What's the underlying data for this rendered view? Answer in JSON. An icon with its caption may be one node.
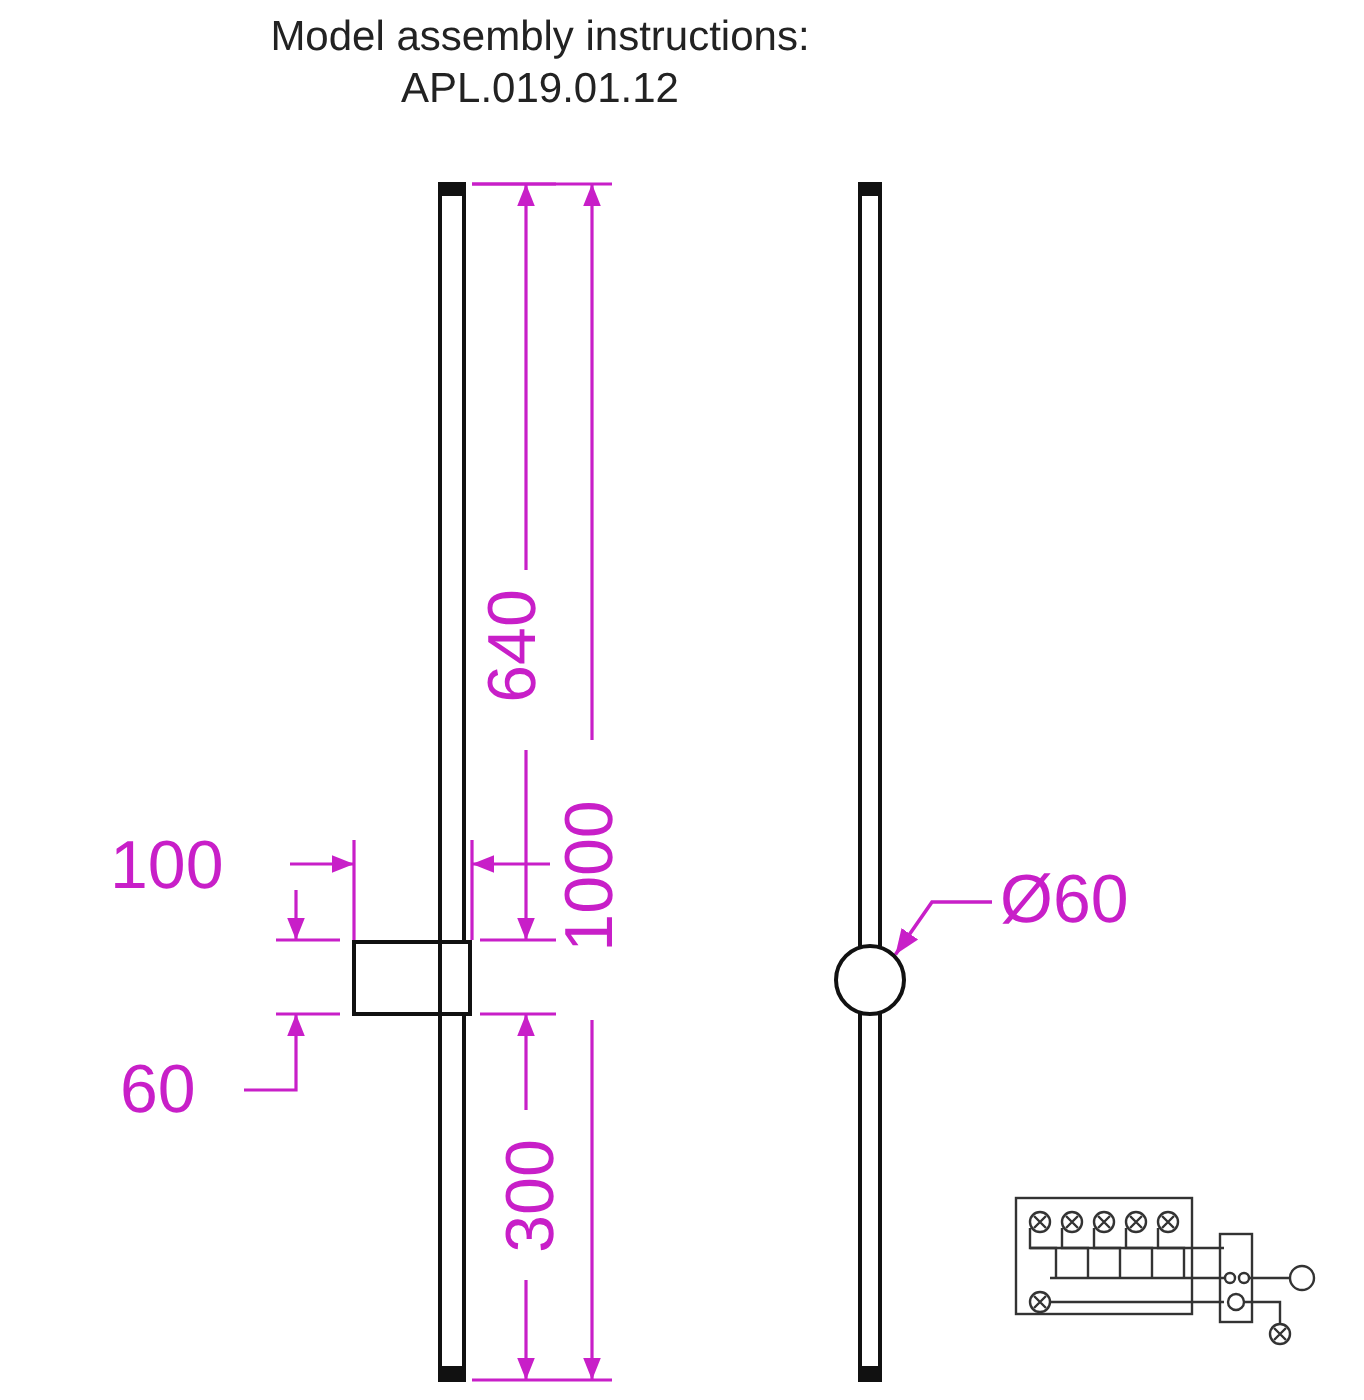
{
  "diagram": {
    "title": "Model assembly instructions: APL.019.01.12",
    "nodes": [
      {
        "text": [
          "Ø60"
        ]
      },
      {
        "text": [],
        "shape": "circle"
      }
    ],
    "edges": [
      {
        "from": 0,
        "to": 1,
        "arrow": "to"
      }
    ],
    "labels": [
      "640",
      "100",
      "1000",
      "60",
      "300"
    ]
  }
}
